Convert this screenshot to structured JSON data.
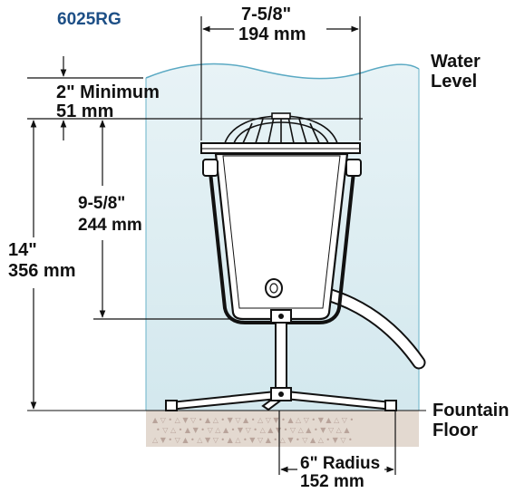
{
  "model": "6025RG",
  "dimensions": {
    "width_in": "7-5/8\"",
    "width_mm": "194 mm",
    "min_depth_in": "2\" Minimum",
    "min_depth_mm": "51 mm",
    "fixture_height_in": "9-5/8\"",
    "fixture_height_mm": "244 mm",
    "total_height_in": "14\"",
    "total_height_mm": "356 mm",
    "radius_in": "6\" Radius",
    "radius_mm": "152 mm"
  },
  "labels": {
    "water_level_1": "Water",
    "water_level_2": "Level",
    "floor_1": "Fountain",
    "floor_2": "Floor"
  },
  "colors": {
    "water": "#dcedf1",
    "water_edge": "#5aa9c3",
    "model_text": "#1d4f86",
    "floor": "#e3d9d0"
  }
}
